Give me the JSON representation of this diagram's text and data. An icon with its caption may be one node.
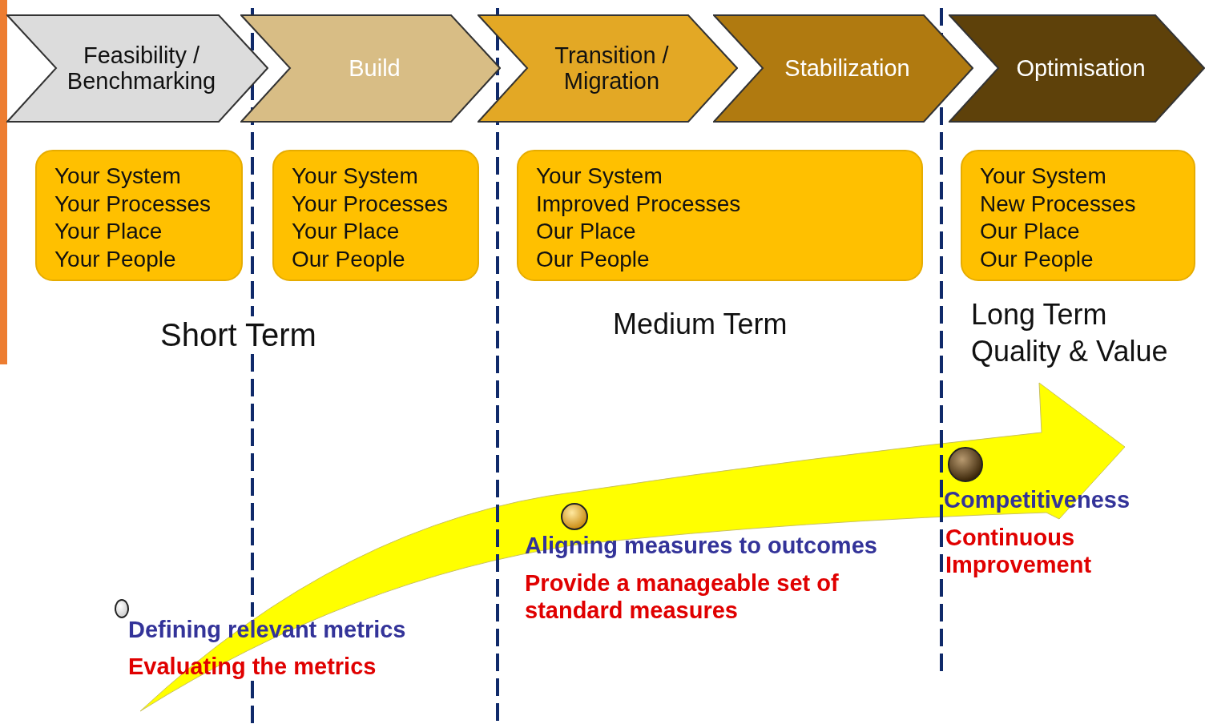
{
  "diagram": {
    "nodes": [
      {
        "text": [
          "Feasibility / Benchmarking"
        ]
      },
      {
        "text": [
          "Build"
        ]
      },
      {
        "text": [
          "Transition / Migration"
        ]
      },
      {
        "text": [
          "Stabilization"
        ]
      },
      {
        "text": [
          "Optimisation"
        ]
      },
      {
        "text": [
          "Your System",
          "Your Processes",
          "Your Place",
          "Your People"
        ]
      },
      {
        "text": [
          "Your System",
          "Your Processes",
          "Your Place",
          "Our People"
        ]
      },
      {
        "text": [
          "Your System",
          "Improved Processes",
          "Our Place",
          "Our People"
        ]
      },
      {
        "text": [
          "Your System",
          "New Processes",
          "Our Place",
          "Our People"
        ]
      }
    ],
    "edges": [],
    "labels": [
      "Short Term",
      "Medium Term",
      "Long Term",
      "Quality & Value",
      "Competitiveness",
      "Aligning measures to outcomes",
      "Continuous Improvement",
      "Provide a manageable set of standard measures",
      "Defining relevant metrics",
      "Evaluating the metrics"
    ]
  }
}
